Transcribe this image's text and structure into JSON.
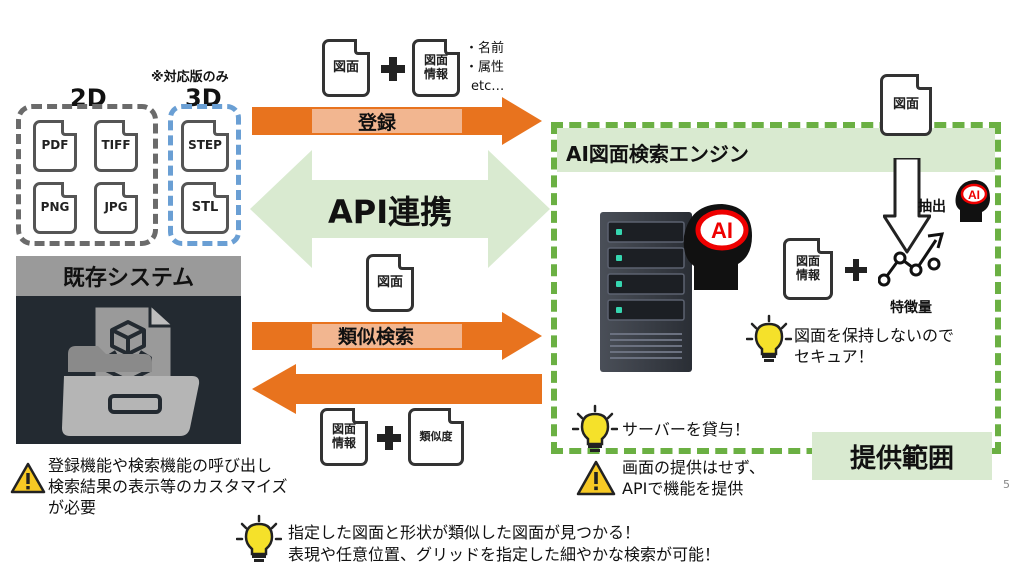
{
  "left": {
    "only_supported_note": "※対応版のみ",
    "label_2d": "2D",
    "label_3d": "3D",
    "formats_2d": [
      "PDF",
      "TIFF",
      "PNG",
      "JPG"
    ],
    "formats_3d": [
      "STEP",
      "STL"
    ],
    "existing_system_title": "既存システム",
    "warning_note": [
      "登録機能や検索機能の呼び出し",
      "検索結果の表示等のカスタマイズ",
      "が必要"
    ]
  },
  "register": {
    "doc1": "図面",
    "doc2": "図面\n情報",
    "attributes": [
      "・名前",
      "・属性",
      "etc…"
    ],
    "label": "登録"
  },
  "api_label": "API連携",
  "search": {
    "doc": "図面",
    "label": "類似検索",
    "result_doc1": "図面\n情報",
    "result_doc2": "類似度"
  },
  "engine": {
    "title": "AI図面検索エンジン",
    "ai_badge": "AI",
    "top_doc": "図面",
    "extract_label": "抽出",
    "info_doc": "図面\n情報",
    "feature_label": "特徴量",
    "secure_note": [
      "図面を保持しないので",
      "セキュア！"
    ],
    "server_note": "サーバーを貸与！",
    "scope_label": "提供範囲"
  },
  "provide_note": [
    "画面の提供はせず、",
    "APIで機能を提供"
  ],
  "bottom_note": [
    "指定した図面と形状が類似した図面が見つかる！",
    "表現や任意位置、グリッドを指定した細やかな検索が可能！"
  ],
  "page_number": "5",
  "colors": {
    "orange": "#e8731e",
    "light_green": "#d9ead0",
    "green_border": "#6bb043",
    "dark_panel": "#232a31",
    "gray_header": "#9a9a9a",
    "bulb_yellow": "#f5e12a",
    "warning_yellow": "#f7c924"
  }
}
